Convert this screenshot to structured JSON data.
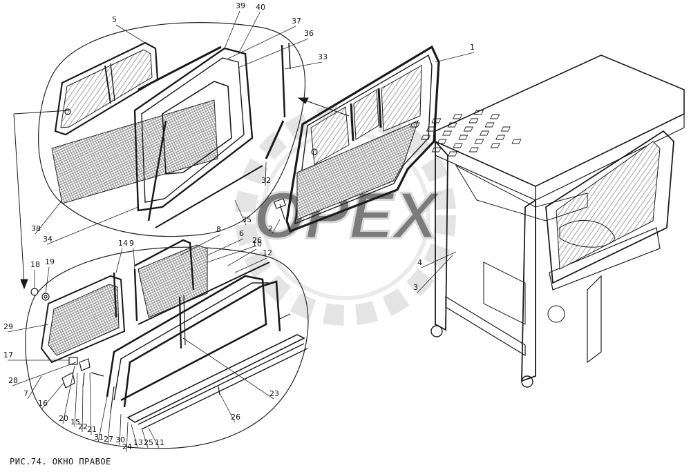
{
  "caption": "РИС.74. ОКНО ПРАВОЕ",
  "watermark": "OPEX",
  "colors": {
    "ink": "#1a1a1a",
    "glass_hatch": "#6a6a6a",
    "watermark": "#d9d9d9"
  },
  "callouts": [
    {
      "id": "c1",
      "text": "1"
    },
    {
      "id": "c2",
      "text": "2"
    },
    {
      "id": "c3",
      "text": "3"
    },
    {
      "id": "c4",
      "text": "4"
    },
    {
      "id": "c5",
      "text": "5"
    },
    {
      "id": "c6",
      "text": "6"
    },
    {
      "id": "c7",
      "text": "7"
    },
    {
      "id": "c8",
      "text": "8"
    },
    {
      "id": "c9",
      "text": "9"
    },
    {
      "id": "c10",
      "text": "10"
    },
    {
      "id": "c11",
      "text": "11"
    },
    {
      "id": "c12",
      "text": "12"
    },
    {
      "id": "c13",
      "text": "13"
    },
    {
      "id": "c14",
      "text": "14"
    },
    {
      "id": "c15",
      "text": "15"
    },
    {
      "id": "c16",
      "text": "16"
    },
    {
      "id": "c17",
      "text": "17"
    },
    {
      "id": "c18",
      "text": "18"
    },
    {
      "id": "c19",
      "text": "19"
    },
    {
      "id": "c20",
      "text": "20"
    },
    {
      "id": "c21",
      "text": "21"
    },
    {
      "id": "c22",
      "text": "22"
    },
    {
      "id": "c23",
      "text": "23"
    },
    {
      "id": "c24",
      "text": "24"
    },
    {
      "id": "c25",
      "text": "25"
    },
    {
      "id": "c26a",
      "text": "26"
    },
    {
      "id": "c26b",
      "text": "26"
    },
    {
      "id": "c27",
      "text": "27"
    },
    {
      "id": "c28",
      "text": "28"
    },
    {
      "id": "c29",
      "text": "29"
    },
    {
      "id": "c30",
      "text": "30"
    },
    {
      "id": "c31",
      "text": "31"
    },
    {
      "id": "c32",
      "text": "32"
    },
    {
      "id": "c33",
      "text": "33"
    },
    {
      "id": "c34",
      "text": "34"
    },
    {
      "id": "c35",
      "text": "35"
    },
    {
      "id": "c36",
      "text": "36"
    },
    {
      "id": "c37",
      "text": "37"
    },
    {
      "id": "c38",
      "text": "38"
    },
    {
      "id": "c39",
      "text": "39"
    },
    {
      "id": "c40",
      "text": "40"
    }
  ]
}
